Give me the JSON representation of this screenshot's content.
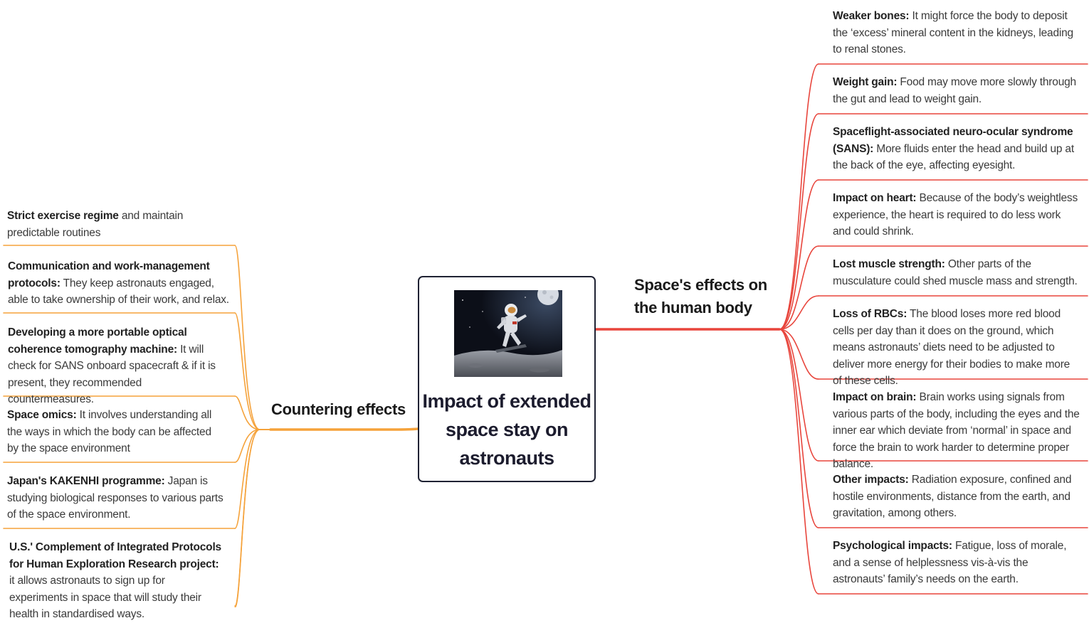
{
  "central_topic": {
    "title": "Impact of extended space stay on astronauts",
    "image": "astronaut-on-moon"
  },
  "colors": {
    "left_branch": "#f5a23a",
    "right_branch": "#e8453c",
    "center_border": "#1f2233"
  },
  "left_branch": {
    "label": "Countering effects",
    "items": [
      {
        "bold": "Strict exercise regime",
        "text": " and maintain predictable routines"
      },
      {
        "bold": "Communication and work-management protocols:",
        "text": " They keep astronauts engaged, able to take ownership of their work, and relax."
      },
      {
        "bold": "Developing a more portable optical coherence tomography machine:",
        "text": " It will  check for SANS onboard spacecraft & if it is present, they recommended countermeasures."
      },
      {
        "bold": "Space omics:",
        "text": " It involves understanding all the ways in which the body can be affected by the space environment"
      },
      {
        "bold": "Japan's KAKENHI programme:",
        "text": " Japan is studying biological responses to various parts of the space environment."
      },
      {
        "bold": "U.S.' Complement of Integrated Protocols for Human Exploration Research project:",
        "text": " it allows astronauts to sign up for experiments in space that will study their health in standardised ways."
      }
    ]
  },
  "right_branch": {
    "label": "Space's effects on the human body",
    "items": [
      {
        "bold": "Weaker bones:",
        "text": " It might force the body to deposit the ‘excess’ mineral content in the kidneys, leading to renal stones."
      },
      {
        "bold": "Weight gain:",
        "text": " Food may move more slowly through the gut and lead to weight gain."
      },
      {
        "bold": "Spaceflight-associated neuro-ocular syndrome (SANS):",
        "text": " More fluids enter the head and build up at the back of the eye, affecting eyesight."
      },
      {
        "bold": "Impact on heart:",
        "text": " Because of the body’s weightless experience, the heart is required to do less work and could shrink."
      },
      {
        "bold": "Lost muscle strength:",
        "text": " Other parts of the musculature could shed muscle mass and strength."
      },
      {
        "bold": "Loss of RBCs:",
        "text": " The blood loses more red blood cells per day than it does on the ground, which means astronauts’ diets need to be adjusted to deliver more energy for their bodies to make more of these cells."
      },
      {
        "bold": "Impact on brain:",
        "text": " Brain works using signals from various parts of the body, including the eyes and the inner ear which deviate from ‘normal’ in space and force the brain to work harder to determine proper balance."
      },
      {
        "bold": "Other impacts:",
        "text": " Radiation exposure, confined and hostile environments, distance from the earth, and gravitation, among others."
      },
      {
        "bold": "Psychological impacts:",
        "text": " Fatigue, loss of morale, and a sense of helplessness vis-à-vis the astronauts’ family’s needs on the earth."
      }
    ]
  }
}
